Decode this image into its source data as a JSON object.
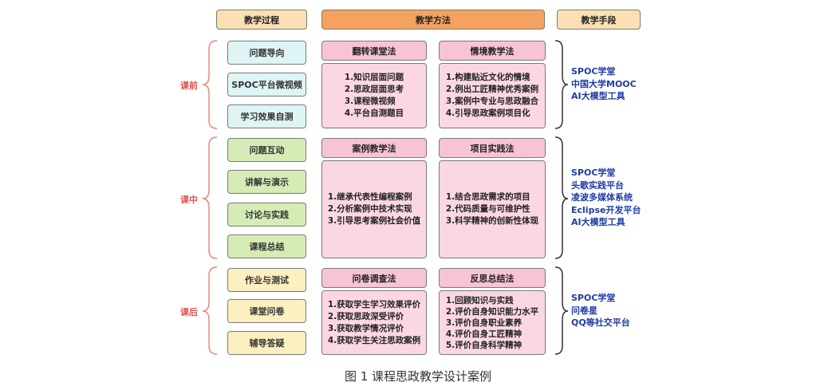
{
  "headers": {
    "process": "教学过程",
    "methods": "教学方法",
    "tools": "教学手段"
  },
  "stages": {
    "before": "课前",
    "during": "课中",
    "after": "课后"
  },
  "process": {
    "before": [
      "问题导向",
      "SPOC平台微视频",
      "学习效果自测"
    ],
    "during": [
      "问题互动",
      "讲解与演示",
      "讨论与实践",
      "课程总结"
    ],
    "after": [
      "作业与测试",
      "课堂问卷",
      "辅导答疑"
    ]
  },
  "methods": {
    "flipped": {
      "title": "翻转课堂法",
      "items": [
        "1.知识层面问题",
        "2.思政层面思考",
        "3.课程微视频",
        "4.平台自测题目"
      ]
    },
    "situation": {
      "title": "情境教学法",
      "items": [
        "1.构建贴近文化的情境",
        "2.例出工匠精神优秀案例",
        "3.案例中专业与思政融合",
        "4.引导思政案例项目化"
      ]
    },
    "case": {
      "title": "案例教学法",
      "items": [
        "1.继承代表性编程案例",
        "2.分析案例中技术实现",
        "3.引导思考案例社会价值"
      ]
    },
    "project": {
      "title": "项目实践法",
      "items": [
        "1.结合思政需求的项目",
        "2.代码质量与可维护性",
        "3.科学精神的创新性体现"
      ]
    },
    "survey": {
      "title": "问卷调查法",
      "items": [
        "1.获取学生学习效果评价",
        "2.获取思政深受评价",
        "3.获取教学情况评价",
        "4.获取学生关注思政案例"
      ]
    },
    "reflection": {
      "title": "反思总结法",
      "items": [
        "1.回顾知识与实践",
        "2.评价自身知识能力水平",
        "3.评价自身职业素养",
        "4.评价自身工匠精神",
        "5.评价自身科学精神"
      ]
    }
  },
  "tools": {
    "before": [
      "SPOC学堂",
      "中国大学MOOC",
      "AI大模型工具"
    ],
    "during": [
      "SPOC学堂",
      "头歌实践平台",
      "凌波多媒体系统",
      "Eclipse开发平台",
      "AI大模型工具"
    ],
    "after": [
      "SPOC学堂",
      "问卷星",
      "QQ等社交平台"
    ]
  },
  "colors": {
    "stage_text": "#d9534f",
    "tools_text": "#1f3aa3",
    "bracket": "#e8867d",
    "tool_bracket": "#333333"
  },
  "caption": "图 1  课程思政教学设计案例"
}
